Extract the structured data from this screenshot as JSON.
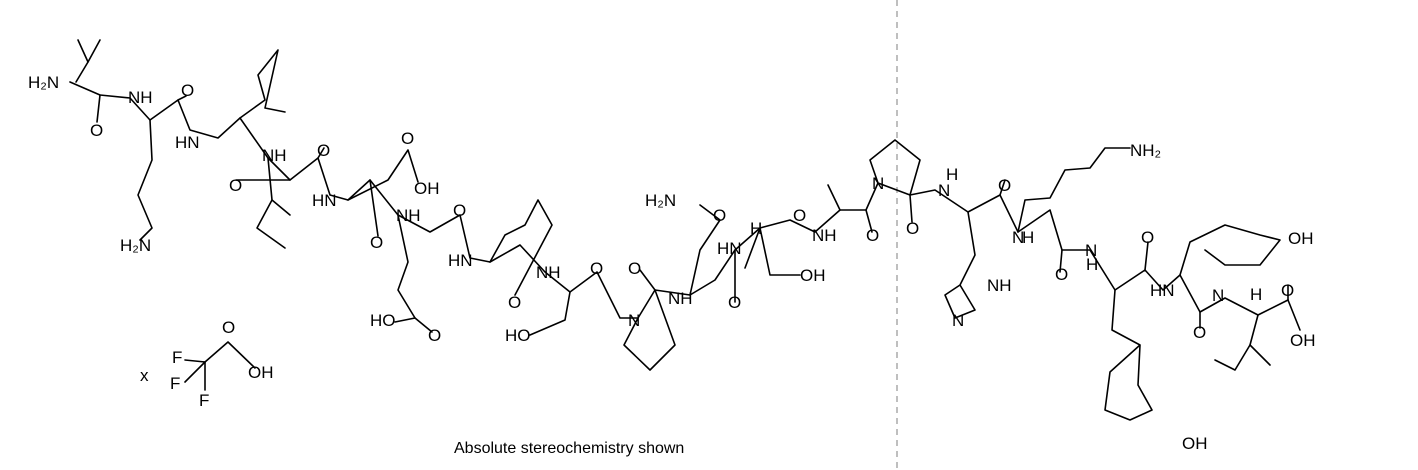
{
  "caption": "Absolute stereochemistry shown",
  "salt": {
    "multiplier": "x",
    "atoms": [
      "F",
      "F",
      "F",
      "O",
      "OH"
    ]
  },
  "atoms": [
    "H₂N",
    "NH",
    "O",
    "O",
    "HN",
    "NH",
    "O",
    "O",
    "O",
    "OH",
    "HN",
    "NH",
    "O",
    "O",
    "HN",
    "NH",
    "O",
    "O",
    "H₂N",
    "H₂N",
    "O",
    "HN",
    "H",
    "O",
    "NH",
    "O",
    "N",
    "O",
    "H",
    "N",
    "O",
    "N",
    "H",
    "O",
    "N",
    "H",
    "O",
    "NH₂",
    "NH",
    "N",
    "HN",
    "O",
    "N",
    "H",
    "O",
    "OH",
    "OH",
    "OH",
    "NH",
    "O",
    "OH",
    "N",
    "O",
    "HO",
    "HO",
    "O"
  ],
  "colors": {
    "bond": "#000000",
    "separator": "#aaaaaa"
  }
}
